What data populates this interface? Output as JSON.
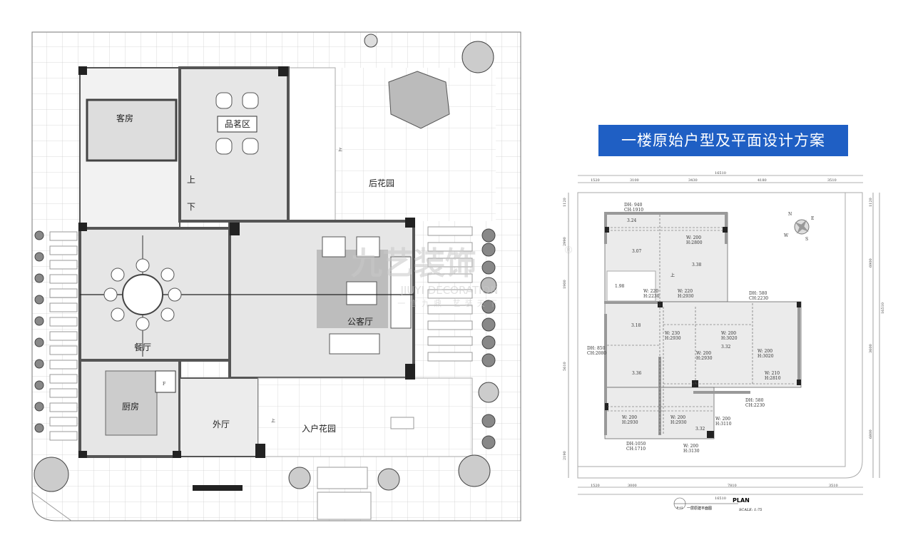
{
  "title": "一楼原始户型及平面设计方案",
  "colors": {
    "banner": "#1f5fc4",
    "wall": "#555555",
    "column": "#222222",
    "floor": "#e6e6e6",
    "watermark": "#c8c8c8"
  },
  "left_plan": {
    "rooms": {
      "guest_room": "客房",
      "tea_area": "品茗区",
      "back_garden": "后花园",
      "stairs_up": "上",
      "stairs_down": "下",
      "dining": "餐厅",
      "living": "公客厅",
      "kitchen": "厨房",
      "outer_hall": "外厅",
      "entry_garden": "入户花园",
      "entry_up": "上",
      "garden_up": "上",
      "kitchen_mark": "F"
    },
    "watermark": {
      "brand": "九艺装饰",
      "latin": "JIUYI DECORATION",
      "slogan": "一言九鼎 艺装天下",
      "reg": "®"
    }
  },
  "right_plan": {
    "dims_top_total": "16510",
    "dims_top": [
      "1520",
      "3100",
      "3430",
      "4180",
      "3510"
    ],
    "dims_bottom": [
      "1520",
      "3000",
      "7810",
      "3510"
    ],
    "dims_bottom_total": "16510",
    "dims_left": [
      "1120",
      "2990",
      "1900",
      "5610",
      "2190"
    ],
    "dims_right": [
      "1120",
      "6900",
      "3600",
      "6800"
    ],
    "dims_right_total": "16510",
    "compass": {
      "n": "N",
      "e": "E",
      "s": "S",
      "w": "W"
    },
    "annotations": {
      "dh940": "DH: 940",
      "ch1910": "CH:1910",
      "lv324": "3.24",
      "lv307": "3.07",
      "lv338": "3.38",
      "lv198": "1.98",
      "lv318": "3.18",
      "lv336": "3.36",
      "lv332a": "3.32",
      "lv332b": "3.32",
      "w200h2800": "W: 200",
      "h2800": "H:2800",
      "w220a": "W: 220",
      "h2230": "H:2230",
      "w220b": "W: 220",
      "h2930a": "H:2930",
      "dh580a": "DH: 580",
      "ch2230a": "CH:2230",
      "dh850": "DH: 850",
      "ch2080": "CH:2080",
      "w230": "W: 230",
      "h2930b": "H:2930",
      "w200h3020": "W: 200",
      "h3020": "H:3020",
      "w200h2930c": "W: 200",
      "h2930c": "H:2930",
      "w200h3020b": "W: 200",
      "h3020b": "H:3020",
      "w210": "W: 210",
      "h2810": "H:2810",
      "dh580b": "DH: 580",
      "ch2230b": "CH:2230",
      "w200h2930d": "W: 200",
      "h2930d": "H:2930",
      "w200h2930e": "W: 200",
      "h2930e": "H:2930",
      "w200h3110": "W: 200",
      "h3110": "H:3110",
      "dh1050": "DH:1050",
      "ch1710": "CH:1710",
      "w200h3130": "W: 200",
      "h3130": "H:3130",
      "stair_up": "上"
    },
    "plan_label": "PLAN",
    "scale": "SCALE: 1:75",
    "caption": "一层原建平面图",
    "caption_code": "P-01"
  }
}
